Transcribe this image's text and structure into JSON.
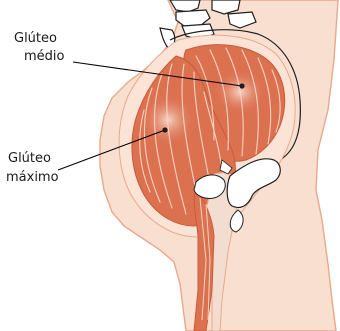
{
  "diagram": {
    "labels": {
      "gluteus_medius": [
        "Glúteo",
        "médio"
      ],
      "gluteus_maximus": [
        "Glúteo",
        "máximo"
      ]
    }
  },
  "colors": {
    "skin": "#f9dfcf",
    "skin_outline": "#e8a98b",
    "muscle": "#dc7150",
    "muscle_dark": "#c85a3a",
    "muscle_highlight": "#f0c2ad",
    "fiber": "#f6d3c1",
    "bone": "#ffffff",
    "bone_outline": "#1e1e1e",
    "tendon": "#f3ddd1",
    "leader_line": "#000000"
  }
}
